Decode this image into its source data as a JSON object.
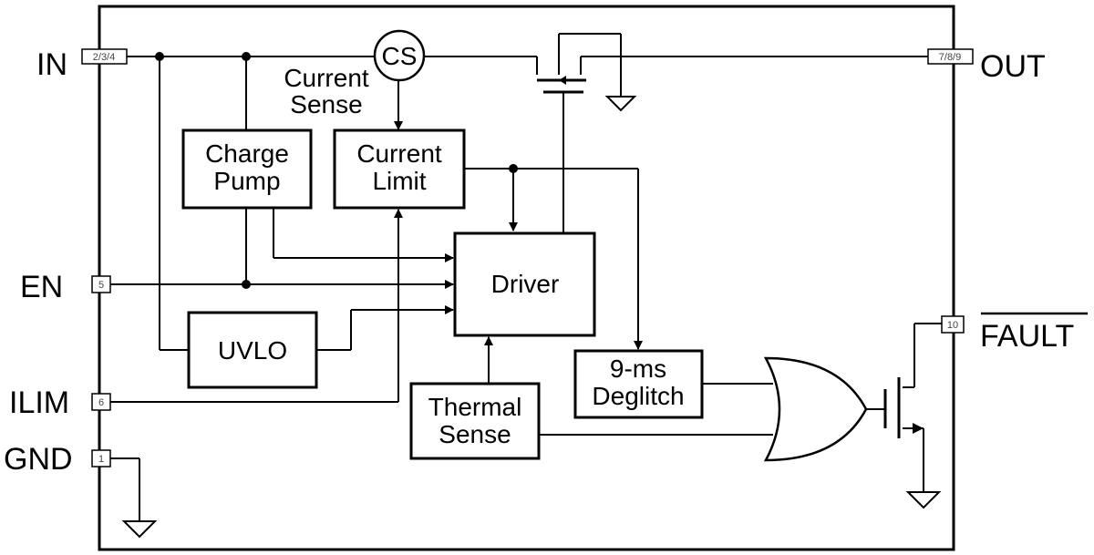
{
  "pins": {
    "in": {
      "label": "IN",
      "number": "2/3/4"
    },
    "out": {
      "label": "OUT",
      "number": "7/8/9"
    },
    "en": {
      "label": "EN",
      "number": "5"
    },
    "ilim": {
      "label": "ILIM",
      "number": "6"
    },
    "gnd": {
      "label": "GND",
      "number": "1"
    },
    "fault": {
      "label": "FAULT",
      "number": "10"
    }
  },
  "blocks": {
    "current_sense_symbol": "CS",
    "current_sense_label": [
      "Current",
      "Sense"
    ],
    "charge_pump": [
      "Charge",
      "Pump"
    ],
    "current_limit": [
      "Current",
      "Limit"
    ],
    "driver": "Driver",
    "uvlo": "UVLO",
    "deglitch": [
      "9-ms",
      "Deglitch"
    ],
    "thermal_sense": [
      "Thermal",
      "Sense"
    ]
  }
}
